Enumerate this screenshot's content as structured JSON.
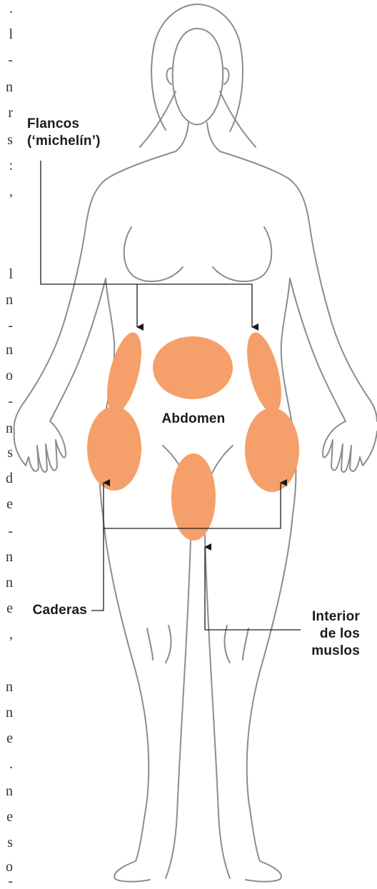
{
  "labels": {
    "flancos_line1": "Flancos",
    "flancos_line2": "(‘michelín’)",
    "abdomen": "Abdomen",
    "caderas": "Caderas",
    "interior_line1": "Interior",
    "interior_line2": "de los",
    "interior_line3": "muslos"
  },
  "gutter_chars": [
    ".",
    "l",
    "-",
    "n",
    "r",
    "s",
    ":",
    ",",
    "l",
    "n",
    "-",
    "n",
    "o",
    "-",
    "n",
    "s",
    "d",
    "e",
    "-",
    "n",
    "n",
    "e",
    ",",
    "n",
    "n",
    "e",
    ".",
    "n",
    "e",
    "s",
    "o",
    "-"
  ],
  "colors": {
    "fat_zone": "#f5a06a",
    "outline": "#8c8c8c",
    "leader_line": "#1a1a1a"
  }
}
